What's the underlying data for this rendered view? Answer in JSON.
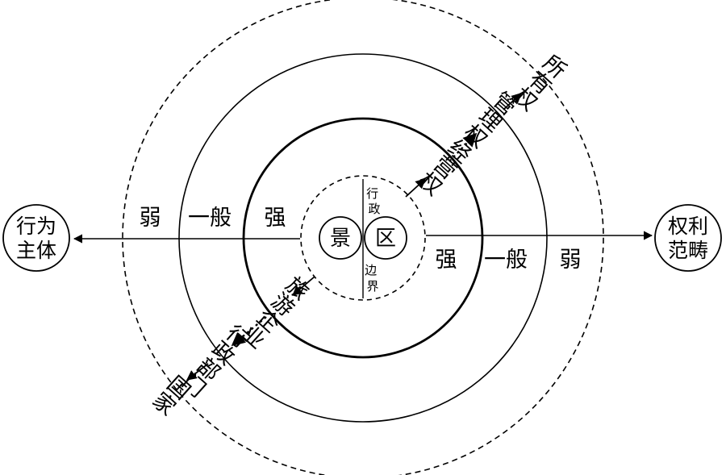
{
  "left_node": {
    "line1": "行为",
    "line2": "主体"
  },
  "right_node": {
    "line1": "权利",
    "line2": "范畴"
  },
  "core": {
    "left": "景",
    "right": "区"
  },
  "boundary": {
    "top": "行政",
    "bottom": "边界"
  },
  "left_scale": {
    "strong": "强",
    "general": "一般",
    "weak": "弱"
  },
  "right_scale": {
    "strong": "强",
    "general": "一般",
    "weak": "弱"
  },
  "rights": {
    "operation": "经营权",
    "management": "管理权",
    "ownership": "所有权"
  },
  "actors": {
    "enterprise": "旅游企业",
    "department": "行政部门",
    "state": "国家"
  }
}
